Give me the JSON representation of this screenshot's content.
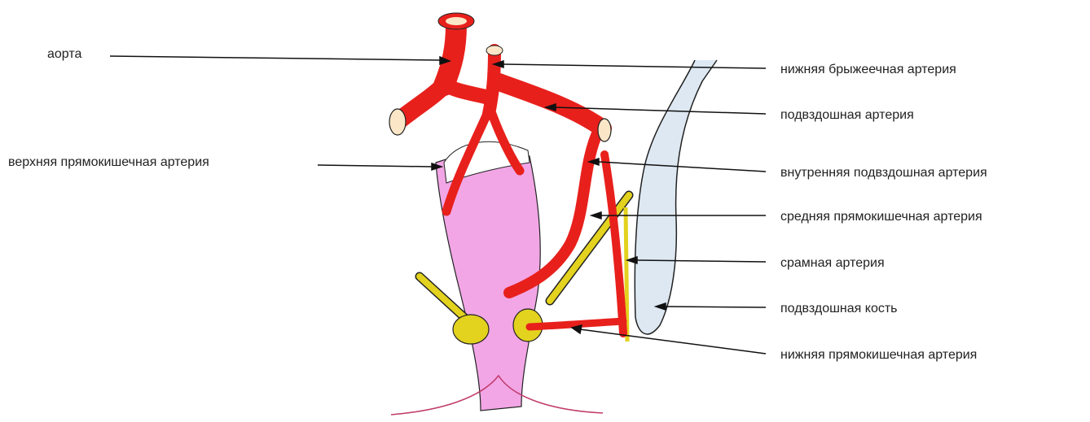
{
  "labels": {
    "aorta": "аорта",
    "inferior_mesenteric": "нижняя брыжеечная артерия",
    "iliac_artery": "подвздошная артерия",
    "superior_rectal": "верхняя прямокишечная артерия",
    "internal_iliac": "внутренняя подвздошная артерия",
    "middle_rectal": "средняя прямокишечная артерия",
    "pudendal": "срамная артерия",
    "iliac_bone": "подвздошная кость",
    "inferior_rectal": "нижняя прямокишечная артерия"
  },
  "colors": {
    "artery": "#e8201c",
    "artery_lumen": "#fbe7c8",
    "rectum": "#f2a6e6",
    "bone": "#dde8f2",
    "nerve": "#e3d21e",
    "leader": "#111111",
    "outline": "#222222"
  }
}
